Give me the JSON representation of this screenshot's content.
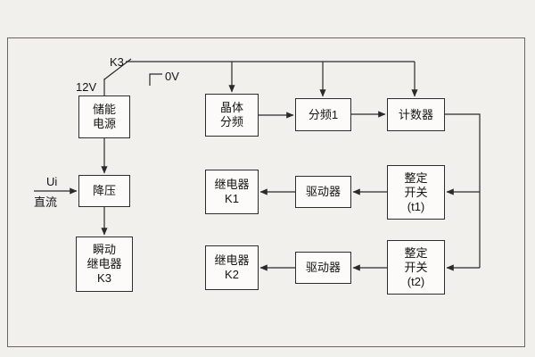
{
  "diagram": {
    "labels": {
      "switch": "K3",
      "supply_12v": "12V",
      "supply_0v": "0V",
      "input_ui": "Ui",
      "input_dc": "直流"
    },
    "blocks": {
      "storage": {
        "lines": [
          "储能",
          "电源"
        ]
      },
      "stepdown": {
        "lines": [
          "降压"
        ]
      },
      "relay_k3": {
        "lines": [
          "瞬动",
          "继电器",
          "K3"
        ]
      },
      "crystal": {
        "lines": [
          "晶体",
          "分频"
        ]
      },
      "divider1": {
        "lines": [
          "分频1"
        ]
      },
      "counter": {
        "lines": [
          "计数器"
        ]
      },
      "setting_t1": {
        "lines": [
          "整定",
          "开关",
          "(t1)"
        ]
      },
      "driver_1": {
        "lines": [
          "驱动器"
        ]
      },
      "relay_k1": {
        "lines": [
          "继电器",
          "K1"
        ]
      },
      "setting_t2": {
        "lines": [
          "整定",
          "开关",
          "(t2)"
        ]
      },
      "driver_2": {
        "lines": [
          "驱动器"
        ]
      },
      "relay_k2": {
        "lines": [
          "继电器",
          "K2"
        ]
      }
    },
    "colors": {
      "background": "#f2f0ec",
      "line": "#2b2a28",
      "box_fill": "#fcfbf9"
    }
  }
}
